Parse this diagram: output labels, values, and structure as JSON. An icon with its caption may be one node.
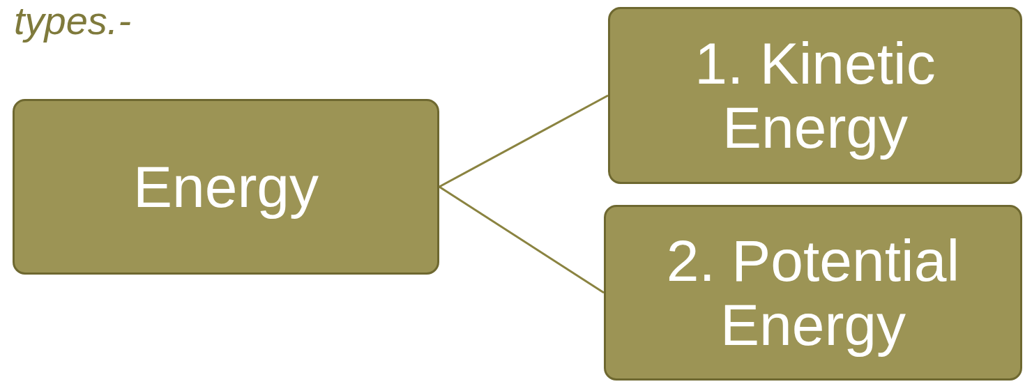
{
  "diagram": {
    "nodes": [
      {
        "text": [
          "Energy"
        ]
      },
      {
        "text": [
          "1. Kinetic Energy"
        ]
      },
      {
        "text": [
          "2. Potential Energy"
        ]
      }
    ],
    "edges": [
      {
        "from": 0,
        "to": 1,
        "arrow": "none"
      },
      {
        "from": 0,
        "to": 2,
        "arrow": "none"
      }
    ],
    "labels": [
      "types.-"
    ]
  }
}
